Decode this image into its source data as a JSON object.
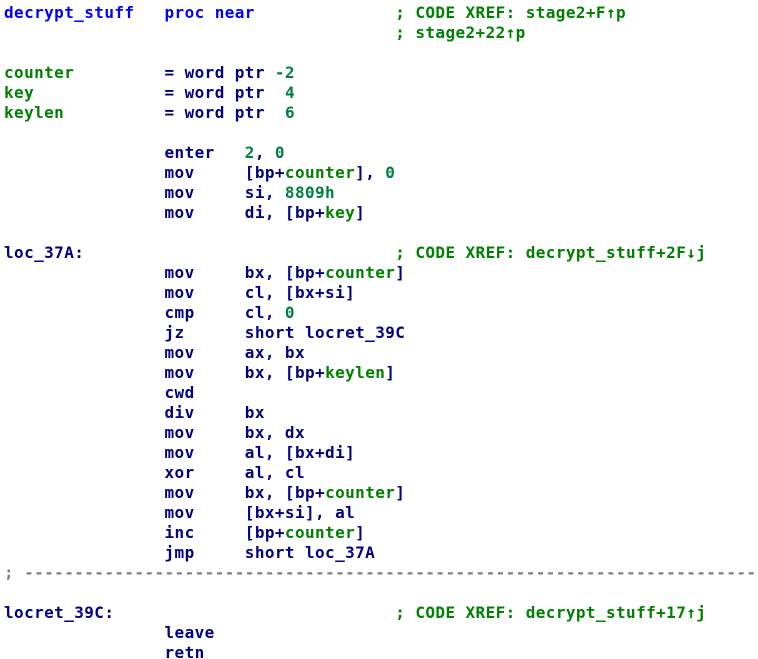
{
  "colors": {
    "background": "#ffffff",
    "proc_blue": "#0000ff",
    "code_navy": "#000080",
    "identifier_green": "#008000",
    "comment_green": "#008000",
    "number_green": "#008040",
    "separator_gray": "#808080"
  },
  "disassembly": {
    "function_name": "decrypt_stuff",
    "lines": [
      {
        "name": "proc-declaration-line",
        "interactable": true,
        "segments": [
          {
            "text": "decrypt_stuff   proc near              ",
            "color": "proc_blue",
            "sname": "proc-name"
          },
          {
            "text": "; CODE XREF: stage2+F↑p",
            "color": "comment_green",
            "sname": "xref-comment"
          }
        ]
      },
      {
        "name": "xref-comment-line",
        "interactable": true,
        "segments": [
          {
            "text": "                                       ",
            "color": "code_navy",
            "sname": "padding"
          },
          {
            "text": "; stage2+22↑p",
            "color": "comment_green",
            "sname": "xref-comment"
          }
        ]
      },
      {
        "name": "blank-line",
        "interactable": false,
        "segments": []
      },
      {
        "name": "stackvar-counter-line",
        "interactable": true,
        "segments": [
          {
            "text": "counter",
            "color": "identifier_green",
            "sname": "stack-var-name",
            "clickable": true
          },
          {
            "text": "         = word ptr ",
            "color": "code_navy",
            "sname": "var-definition"
          },
          {
            "text": "-2",
            "color": "number_green",
            "sname": "number-literal"
          }
        ]
      },
      {
        "name": "stackvar-key-line",
        "interactable": true,
        "segments": [
          {
            "text": "key",
            "color": "identifier_green",
            "sname": "stack-var-name",
            "clickable": true
          },
          {
            "text": "             = word ptr  ",
            "color": "code_navy",
            "sname": "var-definition"
          },
          {
            "text": "4",
            "color": "number_green",
            "sname": "number-literal"
          }
        ]
      },
      {
        "name": "stackvar-keylen-line",
        "interactable": true,
        "segments": [
          {
            "text": "keylen",
            "color": "identifier_green",
            "sname": "stack-var-name",
            "clickable": true
          },
          {
            "text": "          = word ptr  ",
            "color": "code_navy",
            "sname": "var-definition"
          },
          {
            "text": "6",
            "color": "number_green",
            "sname": "number-literal"
          }
        ]
      },
      {
        "name": "blank-line",
        "interactable": false,
        "segments": []
      },
      {
        "name": "instruction-line",
        "interactable": true,
        "segments": [
          {
            "text": "                enter   ",
            "color": "code_navy",
            "sname": "mnemonic"
          },
          {
            "text": "2",
            "color": "number_green",
            "sname": "number-literal"
          },
          {
            "text": ", ",
            "color": "code_navy",
            "sname": "punctuation"
          },
          {
            "text": "0",
            "color": "number_green",
            "sname": "number-literal"
          }
        ]
      },
      {
        "name": "instruction-line",
        "interactable": true,
        "segments": [
          {
            "text": "                mov     [bp+",
            "color": "code_navy",
            "sname": "mnemonic"
          },
          {
            "text": "counter",
            "color": "identifier_green",
            "sname": "stack-var-ref",
            "clickable": true
          },
          {
            "text": "], ",
            "color": "code_navy",
            "sname": "punctuation"
          },
          {
            "text": "0",
            "color": "number_green",
            "sname": "number-literal"
          }
        ]
      },
      {
        "name": "instruction-line",
        "interactable": true,
        "segments": [
          {
            "text": "                mov     si, ",
            "color": "code_navy",
            "sname": "mnemonic"
          },
          {
            "text": "8809h",
            "color": "number_green",
            "sname": "number-literal"
          }
        ]
      },
      {
        "name": "instruction-line",
        "interactable": true,
        "segments": [
          {
            "text": "                mov     di, [bp+",
            "color": "code_navy",
            "sname": "mnemonic"
          },
          {
            "text": "key",
            "color": "identifier_green",
            "sname": "stack-var-ref",
            "clickable": true
          },
          {
            "text": "]",
            "color": "code_navy",
            "sname": "punctuation"
          }
        ]
      },
      {
        "name": "blank-line",
        "interactable": false,
        "segments": []
      },
      {
        "name": "label-loc-37A-line",
        "interactable": true,
        "segments": [
          {
            "text": "loc_37A:",
            "color": "code_navy",
            "sname": "code-label",
            "clickable": true
          },
          {
            "text": "                               ",
            "color": "code_navy",
            "sname": "padding"
          },
          {
            "text": "; CODE XREF: decrypt_stuff+2F↓j",
            "color": "comment_green",
            "sname": "xref-comment"
          }
        ]
      },
      {
        "name": "instruction-line",
        "interactable": true,
        "segments": [
          {
            "text": "                mov     bx, [bp+",
            "color": "code_navy",
            "sname": "mnemonic"
          },
          {
            "text": "counter",
            "color": "identifier_green",
            "sname": "stack-var-ref",
            "clickable": true
          },
          {
            "text": "]",
            "color": "code_navy",
            "sname": "punctuation"
          }
        ]
      },
      {
        "name": "instruction-line",
        "interactable": true,
        "segments": [
          {
            "text": "                mov     cl, [bx+si]",
            "color": "code_navy",
            "sname": "mnemonic"
          }
        ]
      },
      {
        "name": "instruction-line",
        "interactable": true,
        "segments": [
          {
            "text": "                cmp     cl, ",
            "color": "code_navy",
            "sname": "mnemonic"
          },
          {
            "text": "0",
            "color": "number_green",
            "sname": "number-literal"
          }
        ]
      },
      {
        "name": "instruction-line",
        "interactable": true,
        "segments": [
          {
            "text": "                jz      short locret_39C",
            "color": "code_navy",
            "sname": "jump-target",
            "clickable": true
          }
        ]
      },
      {
        "name": "instruction-line",
        "interactable": true,
        "segments": [
          {
            "text": "                mov     ax, bx",
            "color": "code_navy",
            "sname": "mnemonic"
          }
        ]
      },
      {
        "name": "instruction-line",
        "interactable": true,
        "segments": [
          {
            "text": "                mov     bx, [bp+",
            "color": "code_navy",
            "sname": "mnemonic"
          },
          {
            "text": "keylen",
            "color": "identifier_green",
            "sname": "stack-var-ref",
            "clickable": true
          },
          {
            "text": "]",
            "color": "code_navy",
            "sname": "punctuation"
          }
        ]
      },
      {
        "name": "instruction-line",
        "interactable": true,
        "segments": [
          {
            "text": "                cwd",
            "color": "code_navy",
            "sname": "mnemonic"
          }
        ]
      },
      {
        "name": "instruction-line",
        "interactable": true,
        "segments": [
          {
            "text": "                div     bx",
            "color": "code_navy",
            "sname": "mnemonic"
          }
        ]
      },
      {
        "name": "instruction-line",
        "interactable": true,
        "segments": [
          {
            "text": "                mov     bx, dx",
            "color": "code_navy",
            "sname": "mnemonic"
          }
        ]
      },
      {
        "name": "instruction-line",
        "interactable": true,
        "segments": [
          {
            "text": "                mov     al, [bx+di]",
            "color": "code_navy",
            "sname": "mnemonic"
          }
        ]
      },
      {
        "name": "instruction-line",
        "interactable": true,
        "segments": [
          {
            "text": "                xor     al, cl",
            "color": "code_navy",
            "sname": "mnemonic"
          }
        ]
      },
      {
        "name": "instruction-line",
        "interactable": true,
        "segments": [
          {
            "text": "                mov     bx, [bp+",
            "color": "code_navy",
            "sname": "mnemonic"
          },
          {
            "text": "counter",
            "color": "identifier_green",
            "sname": "stack-var-ref",
            "clickable": true
          },
          {
            "text": "]",
            "color": "code_navy",
            "sname": "punctuation"
          }
        ]
      },
      {
        "name": "instruction-line",
        "interactable": true,
        "segments": [
          {
            "text": "                mov     [bx+si], al",
            "color": "code_navy",
            "sname": "mnemonic"
          }
        ]
      },
      {
        "name": "instruction-line",
        "interactable": true,
        "segments": [
          {
            "text": "                inc     [bp+",
            "color": "code_navy",
            "sname": "mnemonic"
          },
          {
            "text": "counter",
            "color": "identifier_green",
            "sname": "stack-var-ref",
            "clickable": true
          },
          {
            "text": "]",
            "color": "code_navy",
            "sname": "punctuation"
          }
        ]
      },
      {
        "name": "instruction-line",
        "interactable": true,
        "segments": [
          {
            "text": "                jmp     short loc_37A",
            "color": "code_navy",
            "sname": "jump-target",
            "clickable": true
          }
        ]
      },
      {
        "name": "separator-line",
        "interactable": true,
        "segments": [
          {
            "text": "; -------------------------------------------------------------------------",
            "color": "separator_gray",
            "sname": "separator-dashes"
          }
        ]
      },
      {
        "name": "blank-line",
        "interactable": false,
        "segments": []
      },
      {
        "name": "label-locret-39C-line",
        "interactable": true,
        "segments": [
          {
            "text": "locret_39C:",
            "color": "code_navy",
            "sname": "code-label",
            "clickable": true
          },
          {
            "text": "                            ",
            "color": "code_navy",
            "sname": "padding"
          },
          {
            "text": "; CODE XREF: decrypt_stuff+17↑j",
            "color": "comment_green",
            "sname": "xref-comment"
          }
        ]
      },
      {
        "name": "instruction-line",
        "interactable": true,
        "segments": [
          {
            "text": "                leave",
            "color": "code_navy",
            "sname": "mnemonic"
          }
        ]
      },
      {
        "name": "instruction-line",
        "interactable": true,
        "segments": [
          {
            "text": "                retn",
            "color": "code_navy",
            "sname": "mnemonic"
          }
        ]
      }
    ]
  }
}
